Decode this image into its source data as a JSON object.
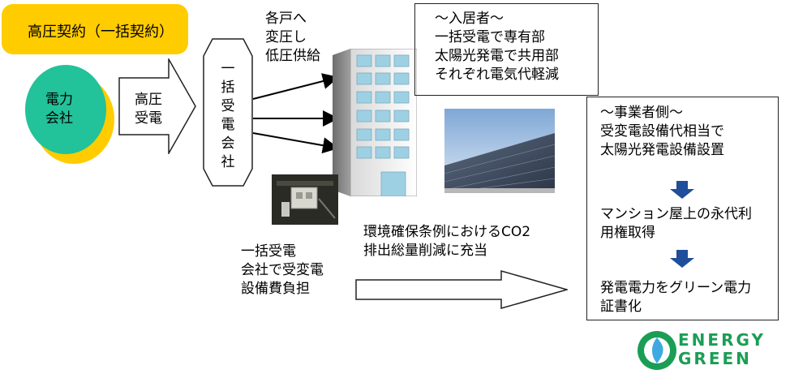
{
  "contract": {
    "label": "高圧契約（一括契約）"
  },
  "power_company": {
    "label": "電力\n会社"
  },
  "high_voltage": {
    "label": "高圧\n受電"
  },
  "bulk_company": {
    "label": "一括受電会社"
  },
  "supply_note": {
    "label": "各戸へ\n変圧し\n低圧供給"
  },
  "residents": {
    "label": "～入居者～\n一括受電で専有部\n太陽光発電で共用部\nそれぞれ電気代軽減"
  },
  "operator": {
    "heading": "～事業者側～",
    "step1": "受変電設備代相当で\n太陽光発電設備設置",
    "step2": "マンション屋上の永代利\n用権取得",
    "step3": "発電電力をグリーン電力\n証書化"
  },
  "burden_note": {
    "label": "一括受電\n会社で受変電\n設備費負担"
  },
  "co2_note": {
    "label": "環境確保条例におけるCO2\n排出総量削減に充当"
  },
  "logo": {
    "line1": "ENERGY",
    "line2": "GREEN"
  },
  "colors": {
    "yellow": "#ffcc00",
    "teal": "#22c29a",
    "logo_green": "#1a9e55",
    "arrow_blue": "#1f4e9a"
  }
}
